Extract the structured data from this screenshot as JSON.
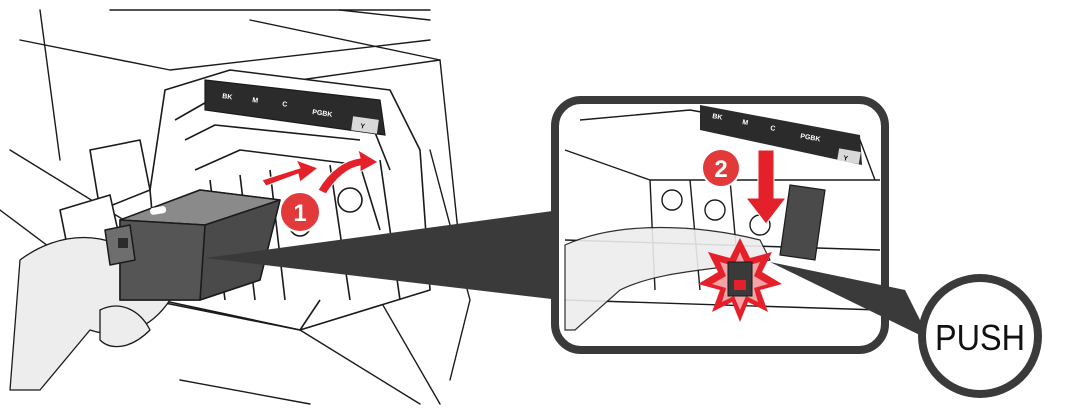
{
  "colors": {
    "line": "#1a1a1a",
    "cartridge": "#4a4a4a",
    "cartridge_light": "#6e6e6e",
    "slot_dark": "#2b2b2b",
    "callout": "#3a3a3a",
    "accent": "#e4202a",
    "accent_light": "#f4a3a6",
    "badge": "#e23a3a",
    "hand": "#ededed"
  },
  "labels": {
    "slots": [
      "BK",
      "M",
      "C",
      "PGBK",
      "Y"
    ],
    "step1": "1",
    "step2": "2",
    "push": "PUSH"
  }
}
